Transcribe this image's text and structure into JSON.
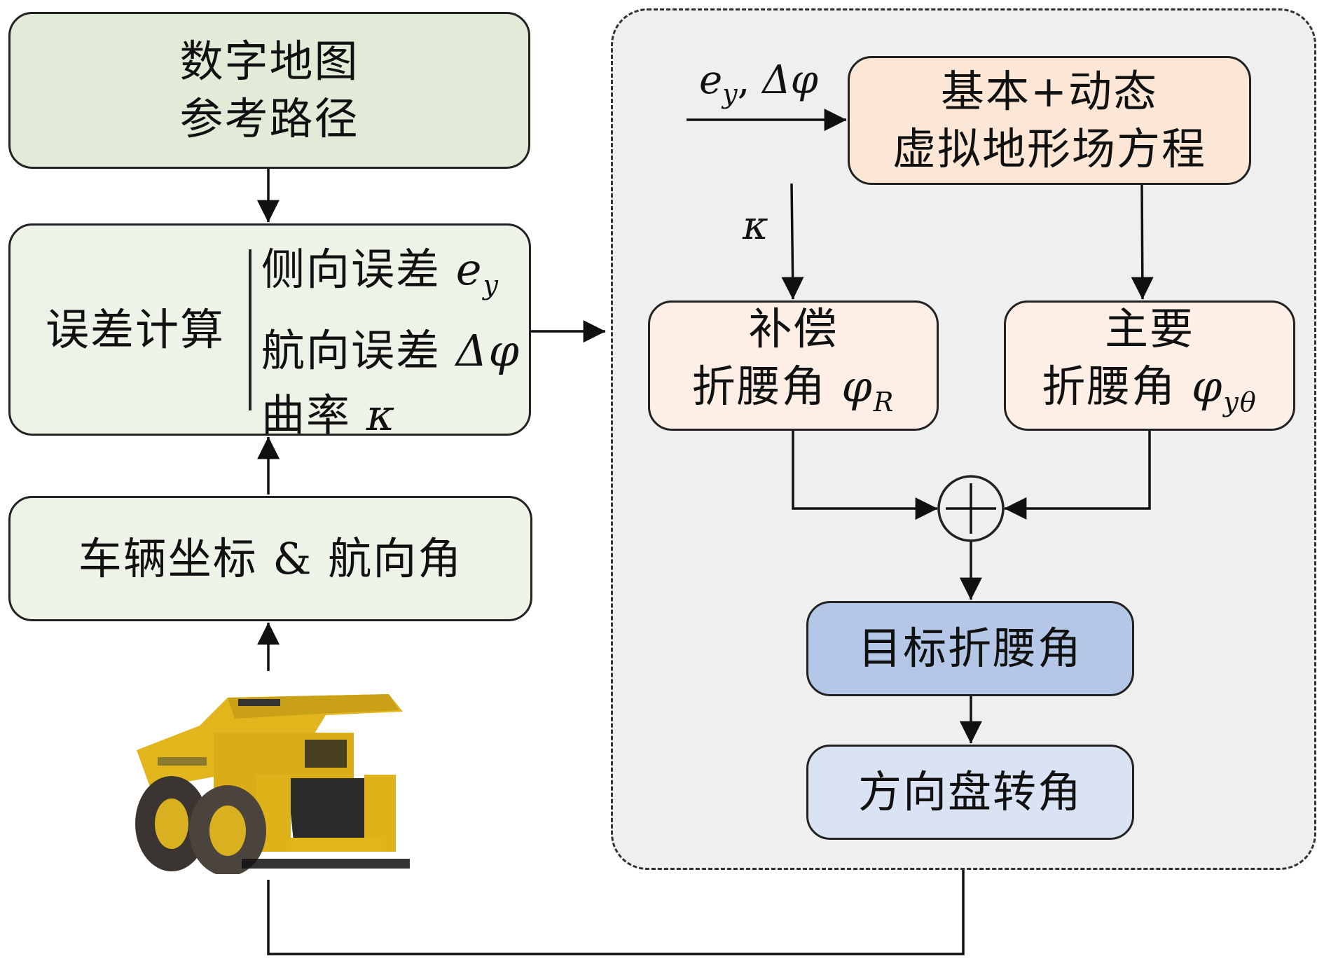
{
  "left_column": {
    "map_box": {
      "line1": "数字地图",
      "line2": "参考路径"
    },
    "error_box": {
      "title": "误差计算",
      "items": [
        {
          "label": "侧向误差",
          "symbol": "e",
          "subscript": "y"
        },
        {
          "label": "航向误差",
          "symbol": "Δφ",
          "subscript": ""
        },
        {
          "label": "曲率",
          "symbol": "κ",
          "subscript": ""
        }
      ]
    },
    "vehicle_box": {
      "label": "车辆坐标 & 航向角"
    },
    "truck_image": {
      "description": "yellow mining dump truck"
    }
  },
  "controller": {
    "input_label": {
      "symbol1": "e",
      "sub1": "y",
      "sep": ", ",
      "symbol2": "Δφ"
    },
    "kappa_label": "κ",
    "terrain_box": {
      "line1": "基本+动态",
      "line2": "虚拟地形场方程"
    },
    "compensation_box": {
      "line1": "补偿",
      "line2": "折腰角",
      "symbol": "φ",
      "subscript": "R"
    },
    "main_box": {
      "line1": "主要",
      "line2": "折腰角",
      "symbol": "φ",
      "subscript": "yθ"
    },
    "sum_symbol": "+",
    "target_box": {
      "label": "目标折腰角"
    },
    "steering_box": {
      "label": "方向盘转角"
    }
  },
  "colors": {
    "green_dark": "#e2ebd8",
    "green_light": "#eef3e8",
    "peach_dark": "#fce6d6",
    "peach_light": "#fdeee6",
    "blue_dark": "#b5c7e7",
    "blue_light": "#dae3f3",
    "container_bg": "#efefef",
    "truck_yellow": "#e8b81a"
  }
}
